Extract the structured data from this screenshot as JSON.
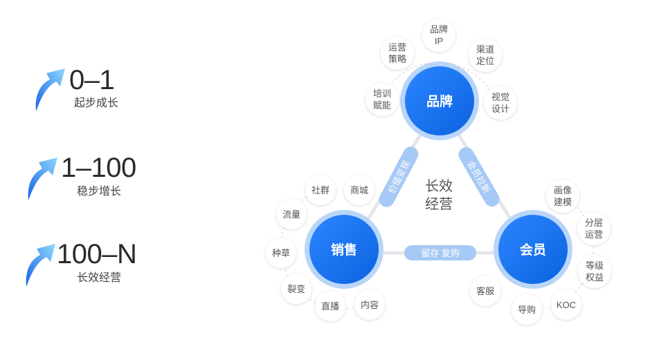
{
  "stages": [
    {
      "range": "0–1",
      "label": "起步成长"
    },
    {
      "range": "1–100",
      "label": "稳步增长"
    },
    {
      "range": "100–N",
      "label": "长效经营"
    }
  ],
  "icons": {
    "stage_arrow": "up-curved-arrow-icon"
  },
  "colors": {
    "primary": "#1273ef",
    "primary_light": "#4f9bff",
    "ring": "#b9d5f8",
    "link": "#e3e6eb",
    "pill": "#a6c9f5",
    "sat_text": "#555555"
  },
  "diagram": {
    "center": {
      "line1": "长效",
      "line2": "经营"
    },
    "nodes": {
      "brand": {
        "label": "品牌"
      },
      "sales": {
        "label": "销售"
      },
      "member": {
        "label": "会员"
      }
    },
    "links": {
      "brand_sales": "价值变现",
      "brand_member": "会员拉新",
      "sales_member": "留存 复购"
    },
    "satellites": {
      "brand": [
        {
          "l1": "培训",
          "l2": "赋能"
        },
        {
          "l1": "运营",
          "l2": "策略"
        },
        {
          "l1": "品牌",
          "l2": "IP"
        },
        {
          "l1": "渠道",
          "l2": "定位"
        },
        {
          "l1": "视觉",
          "l2": "设计"
        }
      ],
      "sales": [
        {
          "l1": "社群"
        },
        {
          "l1": "商城"
        },
        {
          "l1": "流量"
        },
        {
          "l1": "种草"
        },
        {
          "l1": "裂变"
        },
        {
          "l1": "直播"
        },
        {
          "l1": "内容"
        }
      ],
      "member": [
        {
          "l1": "画像",
          "l2": "建模"
        },
        {
          "l1": "分层",
          "l2": "运营"
        },
        {
          "l1": "等级",
          "l2": "权益"
        },
        {
          "l1": "KOC"
        },
        {
          "l1": "导购"
        },
        {
          "l1": "客服"
        }
      ]
    }
  }
}
